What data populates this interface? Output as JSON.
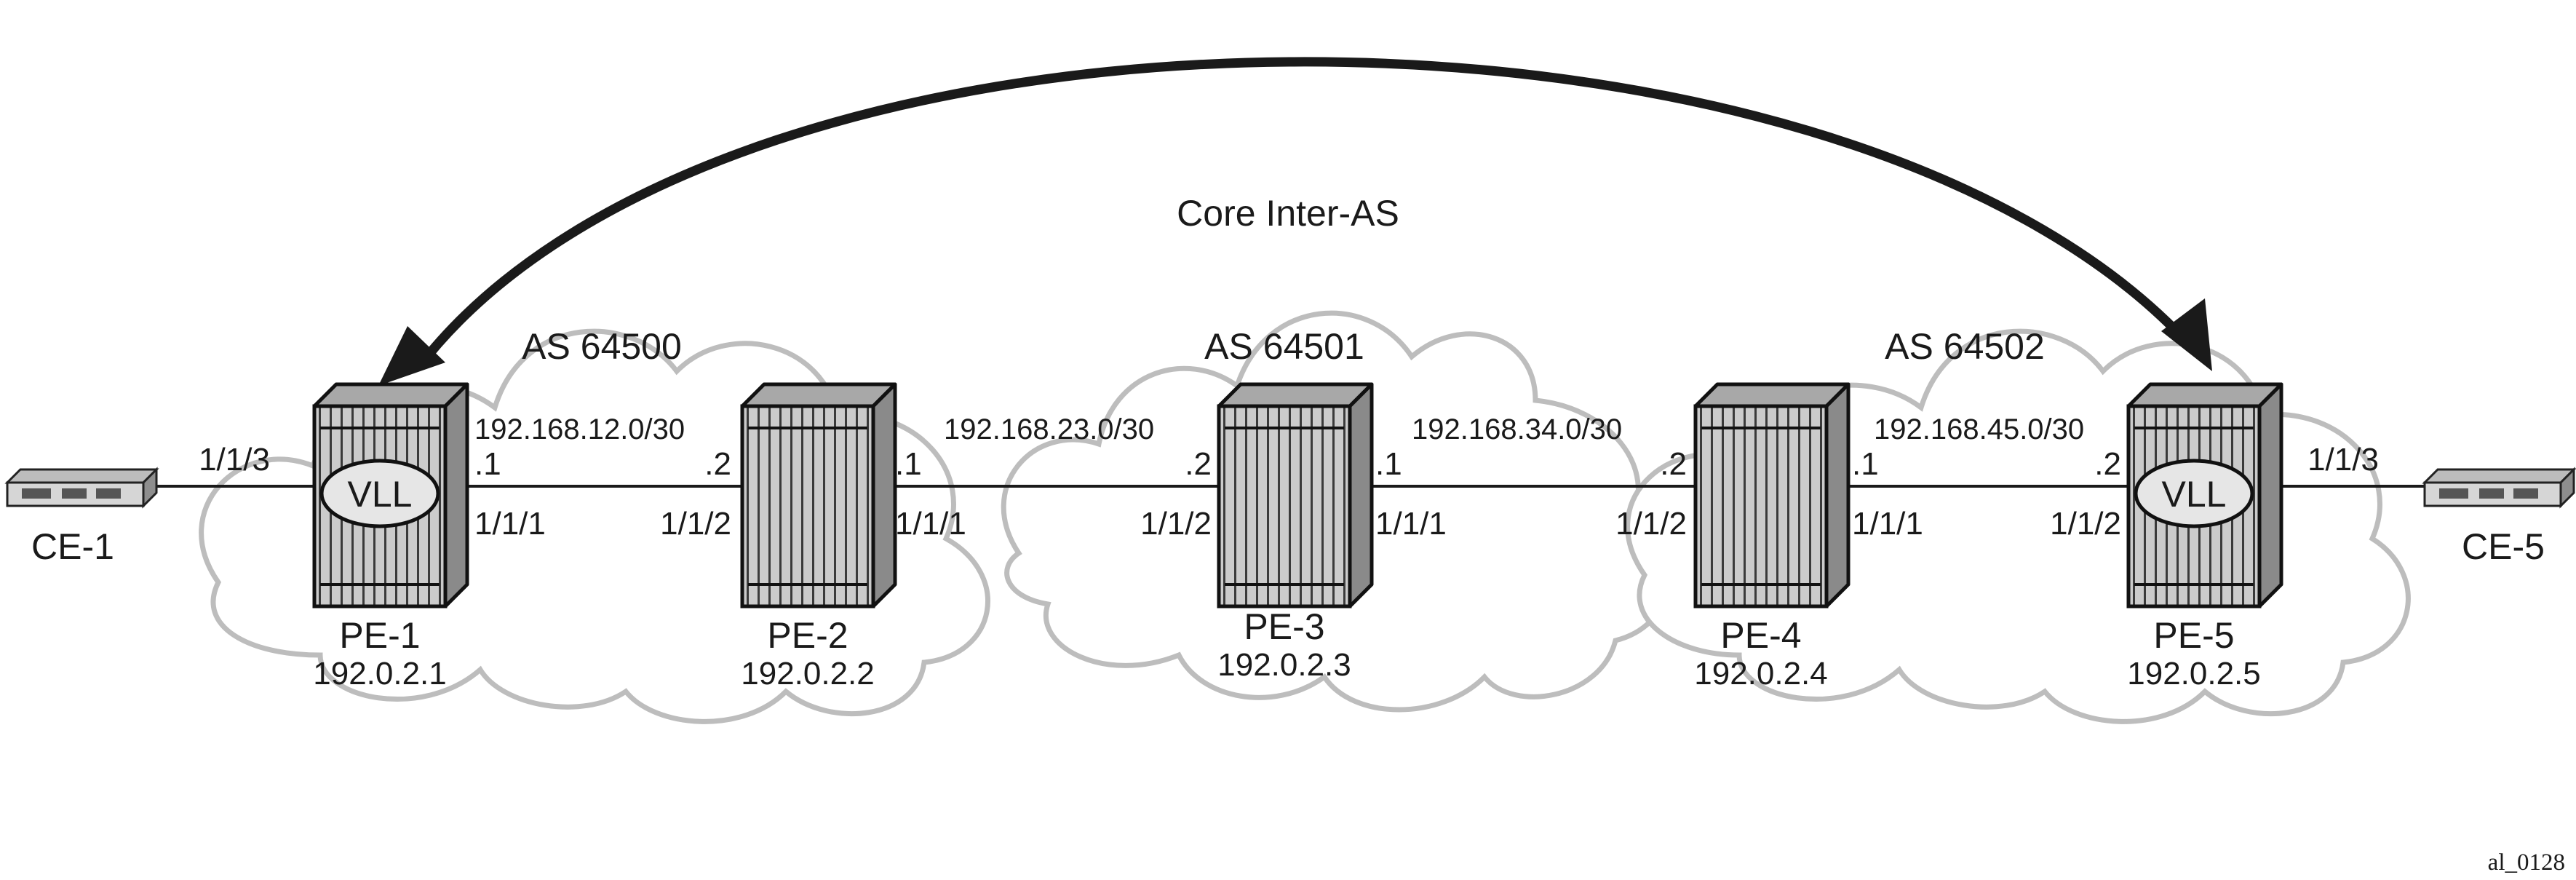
{
  "title": "Core Inter-AS",
  "figure_id": "al_0128",
  "as_labels": [
    "AS 64500",
    "AS 64501",
    "AS 64502"
  ],
  "vll_label": "VLL",
  "colors": {
    "cloud": "#bdbdbd",
    "line": "#1a1a1a",
    "router_face": "#c8c8c8",
    "router_top": "#a9a9a9"
  },
  "ce": [
    {
      "name": "CE-1",
      "port": "1/1/3"
    },
    {
      "name": "CE-5",
      "port": "1/1/3"
    }
  ],
  "pe": [
    {
      "name": "PE-1",
      "ip": "192.0.2.1"
    },
    {
      "name": "PE-2",
      "ip": "192.0.2.2"
    },
    {
      "name": "PE-3",
      "ip": "192.0.2.3"
    },
    {
      "name": "PE-4",
      "ip": "192.0.2.4"
    },
    {
      "name": "PE-5",
      "ip": "192.0.2.5"
    }
  ],
  "links": [
    {
      "subnet": "192.168.12.0/30",
      "a_host": ".1",
      "a_port": "1/1/1",
      "b_host": ".2",
      "b_port": "1/1/2"
    },
    {
      "subnet": "192.168.23.0/30",
      "a_host": ".1",
      "a_port": "1/1/1",
      "b_host": ".2",
      "b_port": "1/1/2"
    },
    {
      "subnet": "192.168.34.0/30",
      "a_host": ".1",
      "a_port": "1/1/1",
      "b_host": ".2",
      "b_port": "1/1/2"
    },
    {
      "subnet": "192.168.45.0/30",
      "a_host": ".1",
      "a_port": "1/1/1",
      "b_host": ".2",
      "b_port": "1/1/2"
    }
  ]
}
